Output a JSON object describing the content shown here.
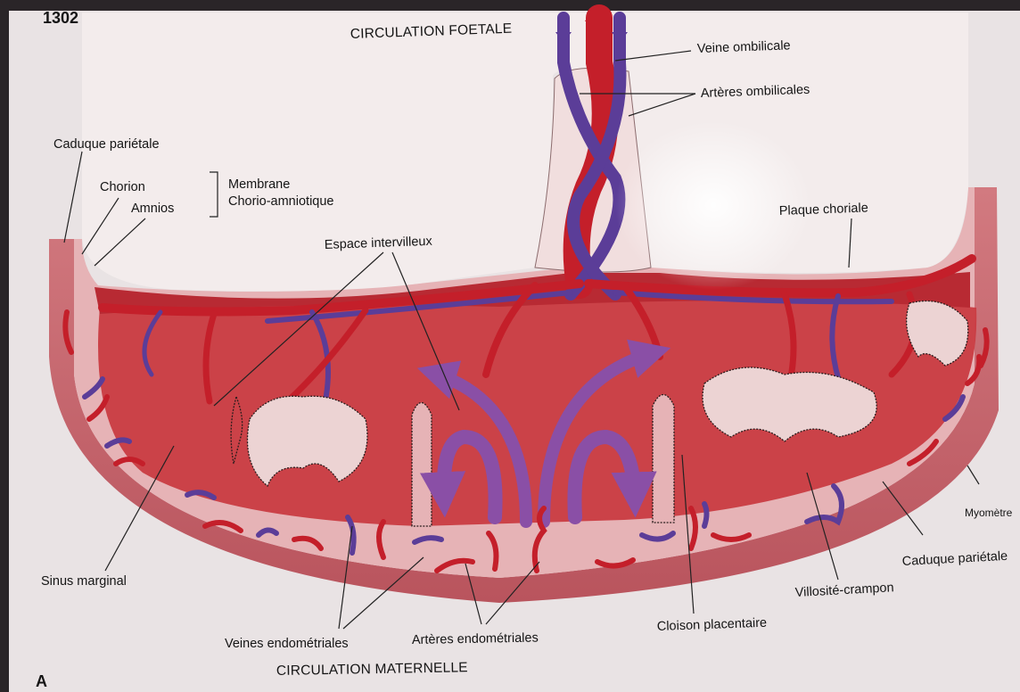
{
  "labels": {
    "circulation_foetale": "CIRCULATION FOETALE",
    "veine_ombilicale": "Veine ombilicale",
    "arteres_ombilicales": "Artères ombilicales",
    "caduque_parietale_top": "Caduque pariétale",
    "chorion": "Chorion",
    "amnios": "Amnios",
    "membrane_line1": "Membrane",
    "membrane_line2": "Chorio-amniotique",
    "plaque_choriale": "Plaque choriale",
    "espace_intervilleux": "Espace intervilleux",
    "myometre": "Myomètre",
    "caduque_parietale_right": "Caduque pariétale",
    "sinus_marginal": "Sinus marginal",
    "villosite_crampon": "Villosité-crampon",
    "cloison_placentaire": "Cloison placentaire",
    "veines_endometriales": "Veines endométriales",
    "arteres_endometriales": "Artères endométriales",
    "circulation_maternelle": "CIRCULATION MATERNELLE",
    "figure_letter": "A",
    "page_number": "1302"
  },
  "colors": {
    "page": "#e9e3e4",
    "myometrium": "#c8626a",
    "decidua": "#e7b3b5",
    "placenta_blood": "#c1343b",
    "artery": "#c41f2a",
    "vein": "#5b3d98",
    "flow_arrow": "#8a4fa6"
  }
}
